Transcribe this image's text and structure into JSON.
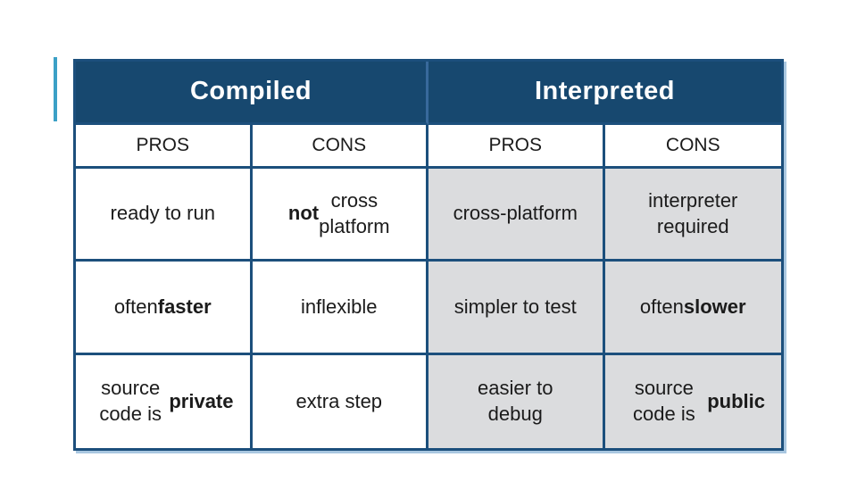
{
  "colors": {
    "navy": "#17486F",
    "border": "#1C4F7C",
    "header_divider": "#38699B",
    "gray": "#DBDCDE",
    "accent": "#3BA0C6",
    "shadow": "#A9C7E0",
    "text": "#1B1B1B"
  },
  "table": {
    "groups": [
      {
        "label": "Compiled"
      },
      {
        "label": "Interpreted"
      }
    ],
    "subheaders": [
      "PROS",
      "CONS",
      "PROS",
      "CONS"
    ],
    "rows": [
      [
        {
          "pre": "ready to run",
          "bold": "",
          "post": ""
        },
        {
          "pre": "",
          "bold": "not",
          "post": " cross\nplatform"
        },
        {
          "pre": "cross-platform",
          "bold": "",
          "post": ""
        },
        {
          "pre": "interpreter\nrequired",
          "bold": "",
          "post": ""
        }
      ],
      [
        {
          "pre": "often ",
          "bold": "faster",
          "post": ""
        },
        {
          "pre": "inflexible",
          "bold": "",
          "post": ""
        },
        {
          "pre": "simpler to test",
          "bold": "",
          "post": ""
        },
        {
          "pre": "often ",
          "bold": "slower",
          "post": ""
        }
      ],
      [
        {
          "pre": "source code is\n",
          "bold": "private",
          "post": ""
        },
        {
          "pre": "extra step",
          "bold": "",
          "post": ""
        },
        {
          "pre": "easier to\ndebug",
          "bold": "",
          "post": ""
        },
        {
          "pre": "source code is\n",
          "bold": "public",
          "post": ""
        }
      ]
    ]
  }
}
